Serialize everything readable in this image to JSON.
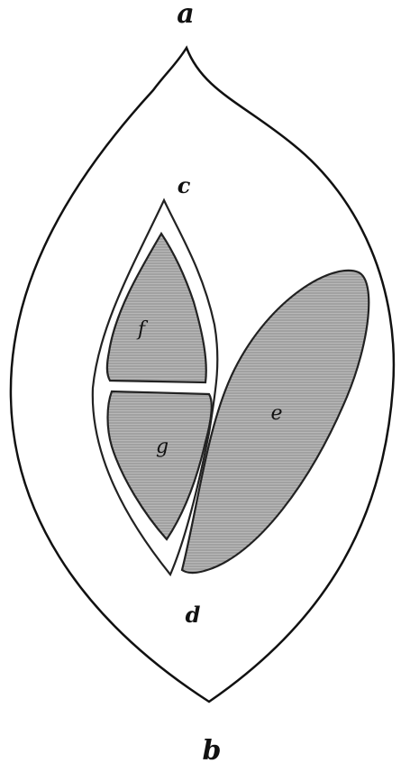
{
  "figure": {
    "labels": {
      "a": "a",
      "b": "b",
      "c": "c",
      "d": "d",
      "e": "e",
      "f": "f",
      "g": "g"
    },
    "colors": {
      "line": "#111111",
      "shade": "#b8b8b8",
      "shade_lines": "#8a8a8a",
      "background": "#ffffff"
    }
  }
}
